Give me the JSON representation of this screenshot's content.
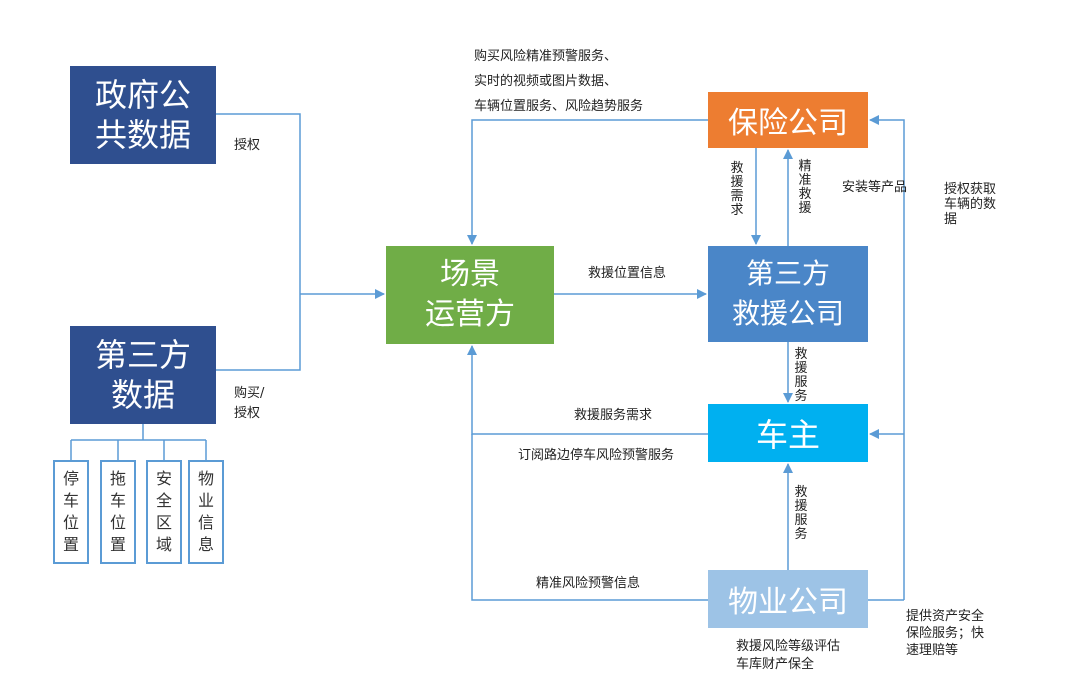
{
  "nodes": {
    "gov": [
      "政府公",
      "共数据"
    ],
    "third": [
      "第三方",
      "数据"
    ],
    "scene": [
      "场景",
      "运营方"
    ],
    "insurance": "保险公司",
    "rescue": [
      "第三方",
      "救援公司"
    ],
    "owner": "车主",
    "property": "物业公司"
  },
  "sub_items": [
    "停车位置",
    "拖车位置",
    "安全区域",
    "物业信息"
  ],
  "labels": {
    "auth": "授权",
    "buy_auth": [
      "购买/",
      "授权"
    ],
    "top_services": [
      "购买风险精准预警服务、",
      "实时的视频或图片数据、",
      "车辆位置服务、风险趋势服务"
    ],
    "rescue_position": "救援位置信息",
    "rescue_need": "救援服务需求",
    "subscribe": "订阅路边停车风险预警服务",
    "precise_warning_info": "精准风险预警信息",
    "install": "安装等产品",
    "auth_get": "授权获取车辆的数据",
    "provide": "提供资产安全保险服务；快速理赔等",
    "assessment": [
      "救援风险等级评估",
      "车库财产保全"
    ],
    "v_need": "救援需求",
    "v_precise": "精准救援",
    "v_service1": "救援服务",
    "v_service2": "救援服务"
  },
  "colors": {
    "dark_blue": "#2f4f8f",
    "green": "#70ad47",
    "orange": "#ed7d31",
    "mid_blue": "#4a86c8",
    "cyan": "#00b0f0",
    "light_blue": "#9dc3e6",
    "line": "#5b9bd5"
  }
}
